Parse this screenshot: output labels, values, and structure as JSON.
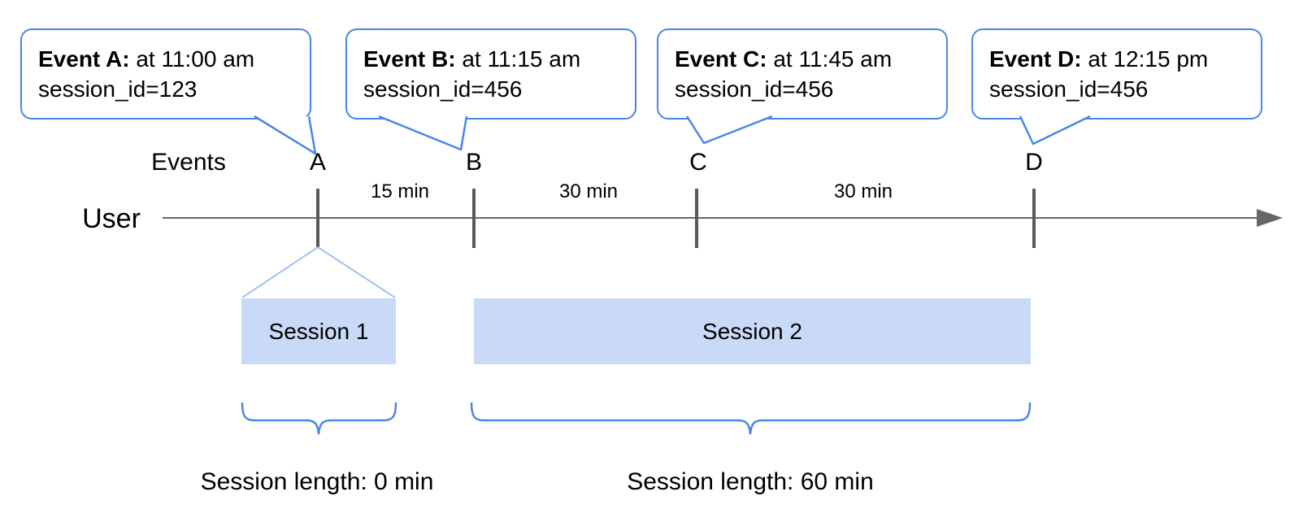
{
  "events": [
    {
      "label": "A",
      "callout": {
        "title": "Event A:",
        "time": " at 11:00 am",
        "session": "session_id=123"
      }
    },
    {
      "label": "B",
      "callout": {
        "title": "Event B:",
        "time": " at 11:15 am",
        "session": "session_id=456"
      }
    },
    {
      "label": "C",
      "callout": {
        "title": "Event C:",
        "time": " at 11:45 am",
        "session": "session_id=456"
      }
    },
    {
      "label": "D",
      "callout": {
        "title": "Event D:",
        "time": " at 12:15 pm",
        "session": "session_id=456"
      }
    }
  ],
  "timeline": {
    "row_label": "Events",
    "axis_label": "User",
    "intervals": [
      "15 min",
      "30 min",
      "30 min"
    ]
  },
  "sessions": [
    {
      "name": "Session 1",
      "length": "Session length: 0 min"
    },
    {
      "name": "Session 2",
      "length": "Session length: 60 min"
    }
  ],
  "colors": {
    "callout_border": "#4a86e8",
    "session_fill": "#c9daf8",
    "funnel_line": "#a4c2f4",
    "brace": "#4a86e8",
    "axis_line": "#666666",
    "tick": "#595959",
    "text": "#000000"
  }
}
